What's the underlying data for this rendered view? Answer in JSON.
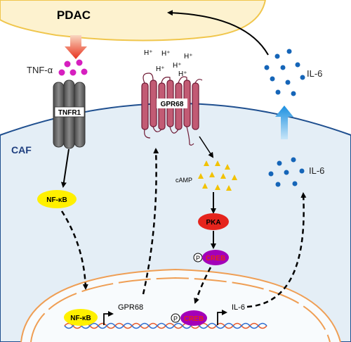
{
  "cells": {
    "tumor_label": "PDAC",
    "fibroblast_label": "CAF"
  },
  "ligand": {
    "label": "TNF-α"
  },
  "receptors": {
    "tnfr1": "TNFR1",
    "gpr68": "GPR68"
  },
  "protons": {
    "label": "H⁺"
  },
  "cytokine": {
    "outside_label": "IL-6",
    "inside_label": "IL-6"
  },
  "signaling": {
    "nfkb": "NF-κB",
    "camp": "cAMP",
    "pka": "PKA",
    "creb": "CREB",
    "phospho": "P"
  },
  "nucleus": {
    "nfkb": "NF-κB",
    "gpr68_gene": "GPR68",
    "creb": "CREB",
    "phospho": "P",
    "il6_gene": "IL-6"
  },
  "colors": {
    "pdac_fill": "#fdf2cf",
    "pdac_stroke": "#f0c64c",
    "caf_fill": "#e4eef6",
    "membrane": "#1f4f8f",
    "nucleus_stroke": "#ef9e54",
    "tnf": "#d61fbf",
    "receptor": "#707070",
    "gpr68": "#8c2a48",
    "nfkb": "#fff000",
    "camp": "#f2c200",
    "pka": "#e5241d",
    "creb": "#a300b9",
    "il6_dot": "#1565b8"
  }
}
